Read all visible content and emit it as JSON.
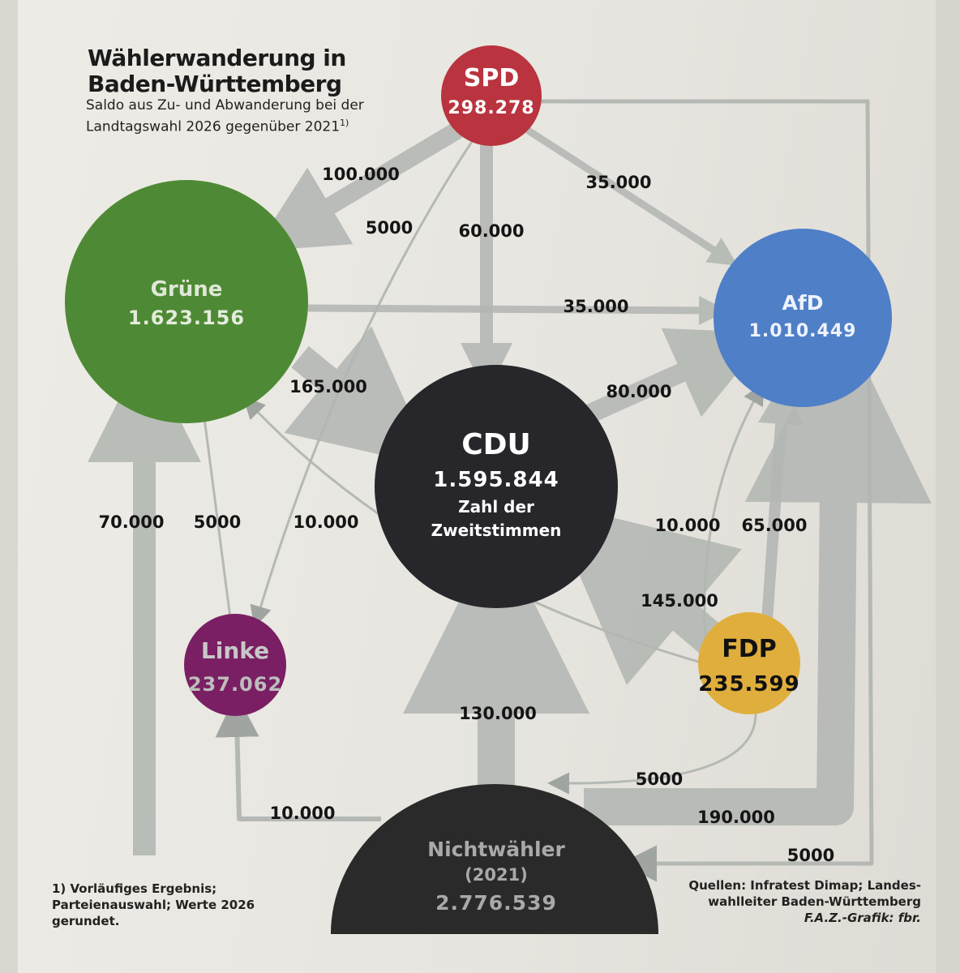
{
  "title_line1": "Wählerwanderung in",
  "title_line2": "Baden-Württemberg",
  "subtitle": "Saldo aus Zu- und Abwanderung bei der Landtagswahl 2026 gegenüber 2021",
  "subtitle_footnote_mark": "1)",
  "parties": [
    {
      "id": "spd",
      "name": "SPD",
      "value": "298.278",
      "color": "#b9343f"
    },
    {
      "id": "gruene",
      "name": "Grüne",
      "value": "1.623.156",
      "color": "#4e8a35"
    },
    {
      "id": "afd",
      "name": "AfD",
      "value": "1.010.449",
      "color": "#4f7fc7"
    },
    {
      "id": "cdu",
      "name": "CDU",
      "value": "1.595.844",
      "note_line1": "Zahl der",
      "note_line2": "Zweitstimmen",
      "color": "#26262b"
    },
    {
      "id": "linke",
      "name": "Linke",
      "value": "237.062",
      "color": "#7a1f63"
    },
    {
      "id": "fdp",
      "name": "FDP",
      "value": "235.599",
      "color": "#e0ae3c"
    },
    {
      "id": "nichtwaehler",
      "name": "Nichtwähler",
      "note_line1": "(2021)",
      "value": "2.776.539",
      "color": "#2a2a2a"
    }
  ],
  "flows": [
    {
      "from": "SPD",
      "to": "Grüne",
      "label": "100.000"
    },
    {
      "from": "SPD",
      "to": "Linke",
      "label": "5000"
    },
    {
      "from": "SPD",
      "to": "CDU",
      "label": "60.000"
    },
    {
      "from": "SPD",
      "to": "AfD",
      "label": "35.000"
    },
    {
      "from": "Grüne",
      "to": "AfD",
      "label": "35.000"
    },
    {
      "from": "Grüne",
      "to": "CDU",
      "label": "165.000"
    },
    {
      "from": "CDU",
      "to": "AfD",
      "label": "80.000"
    },
    {
      "from": "Nichtwähler",
      "to": "Grüne",
      "label": "70.000"
    },
    {
      "from": "Linke",
      "to": "Grüne",
      "label": "5000"
    },
    {
      "from": "FDP",
      "to": "Grüne",
      "label": "10.000"
    },
    {
      "from": "FDP",
      "to": "AfD",
      "label": "10.000"
    },
    {
      "from": "FDP",
      "to": "AfD",
      "label": "65.000"
    },
    {
      "from": "FDP",
      "to": "CDU",
      "label": "145.000"
    },
    {
      "from": "Nichtwähler",
      "to": "CDU",
      "label": "130.000"
    },
    {
      "from": "FDP",
      "to": "Nichtwähler",
      "label": "5000"
    },
    {
      "from": "Nichtwähler",
      "to": "Linke",
      "label": "10.000"
    },
    {
      "from": "Nichtwähler",
      "to": "AfD",
      "label": "190.000"
    },
    {
      "from": "SPD",
      "to": "Nichtwähler",
      "label": "5000"
    }
  ],
  "footnote": "1) Vorläufiges Ergebnis; Parteienauswahl; Werte 2026 gerundet.",
  "sources_line1": "Quellen: Infratest Dimap; Landes-",
  "sources_line2": "wahlleiter Baden-Württemberg",
  "credit": "F.A.Z.-Grafik: fbr."
}
